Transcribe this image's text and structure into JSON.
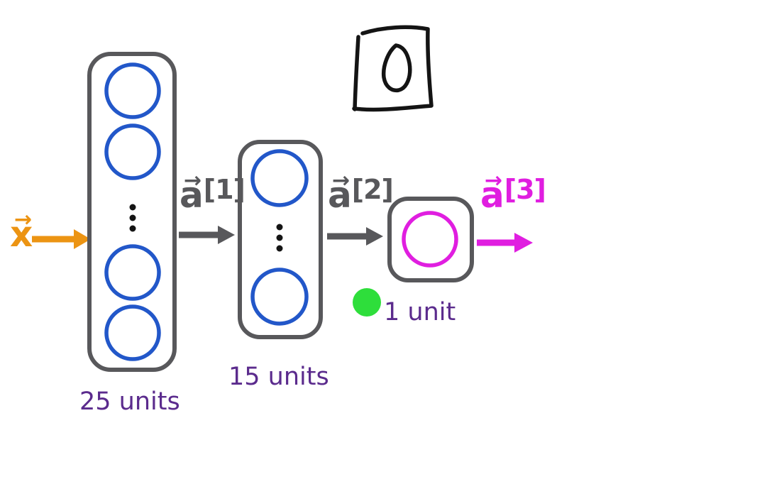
{
  "colors": {
    "blue": "#2257c9",
    "gray": "#58585b",
    "orange": "#ec9413",
    "magenta": "#e01ee0",
    "purple": "#5b2b8d",
    "green": "#2ede3b",
    "black": "#141414",
    "white": "#ffffff"
  },
  "icons": {
    "vector_arrow": "→"
  },
  "input": {
    "symbol": "x"
  },
  "layers": [
    {
      "units_label": "25 units",
      "activation": {
        "letter": "a",
        "superscript": "[1]"
      }
    },
    {
      "units_label": "15 units",
      "activation": {
        "letter": "a",
        "superscript": "[2]"
      }
    },
    {
      "units_label": "1 unit",
      "activation": {
        "letter": "a",
        "superscript": "[3]"
      }
    }
  ]
}
